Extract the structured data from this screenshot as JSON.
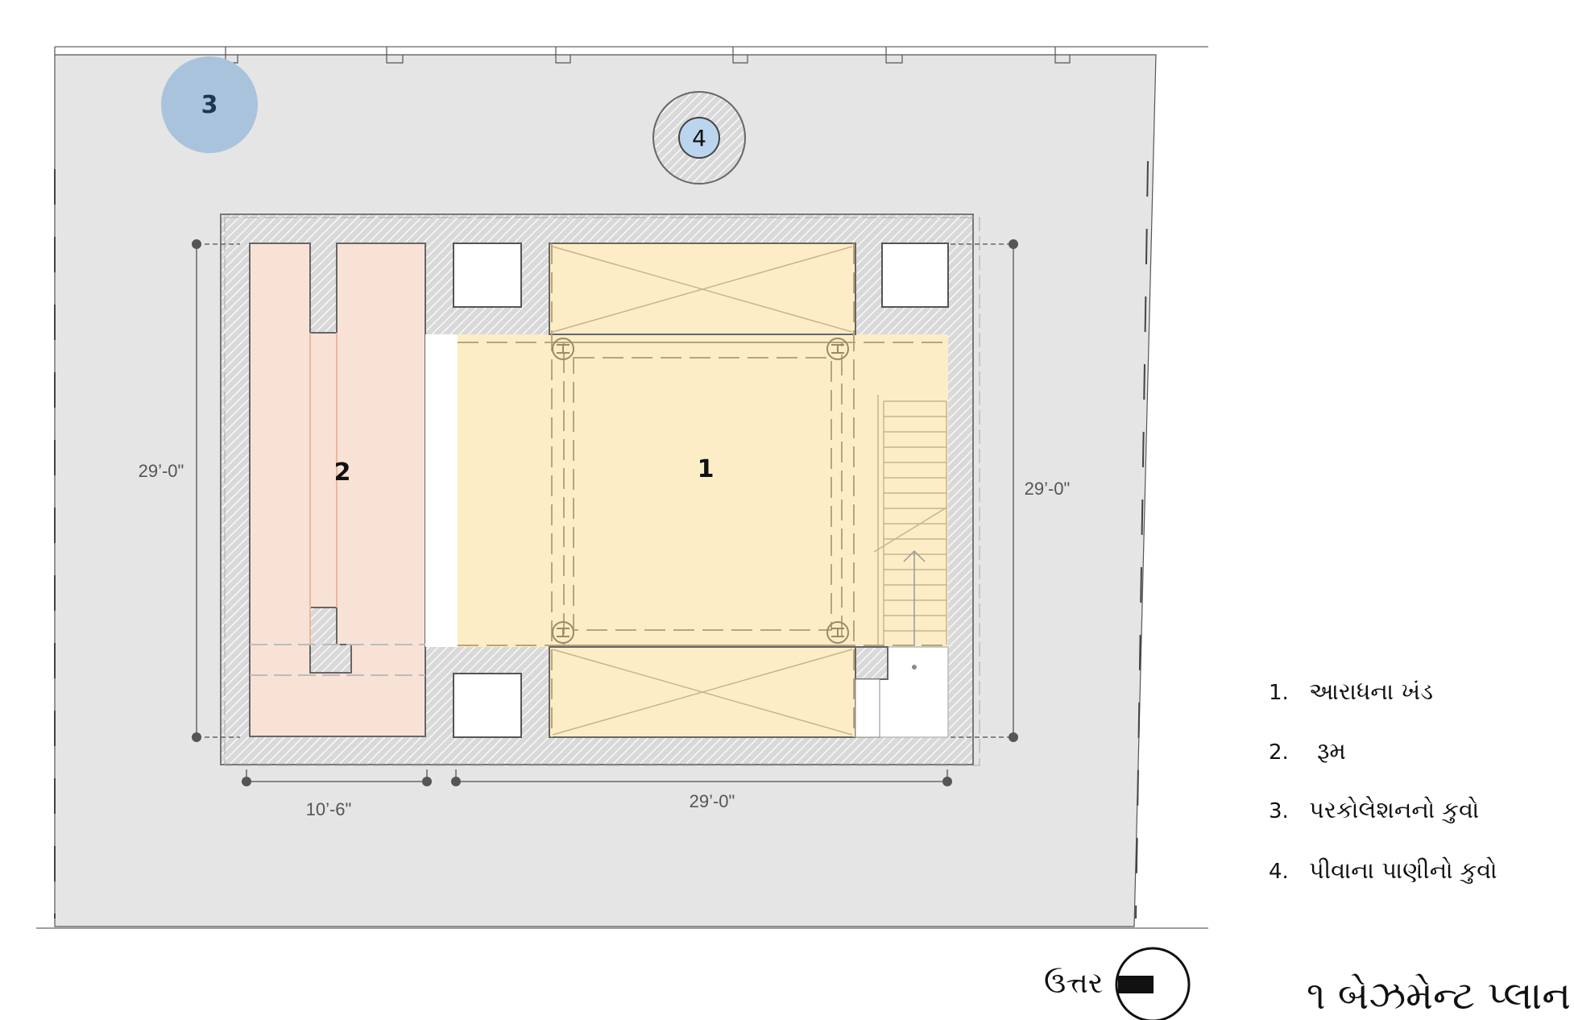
{
  "plan": {
    "room_labels": [
      "1",
      "2",
      "3",
      "4"
    ],
    "dimensions": {
      "left_height": "29’-0\"",
      "right_height": "29’-0\"",
      "bottom_left_width": "10’-6\"",
      "bottom_right_width": "29’-0\""
    }
  },
  "legend": {
    "items": [
      {
        "num": "1.",
        "text": "આરાધના ખંડ"
      },
      {
        "num": "2.",
        "text": "રૂમ"
      },
      {
        "num": "3.",
        "text": "પરકોલેશનનો કુવો"
      },
      {
        "num": "4.",
        "text": "પીવાના પાણીનો કુવો"
      }
    ]
  },
  "north": {
    "label": "ઉત્તર"
  },
  "title": "૧ બેઝમેન્ટ પ્લાન",
  "colors": {
    "site": "#e5e5e5",
    "wall": "#cfcfcf",
    "prayer_hall": "#fdedc6",
    "room": "#f8e2d6",
    "percolation_well": "#a9c3dd",
    "drinking_well": "#bcd5ee"
  }
}
